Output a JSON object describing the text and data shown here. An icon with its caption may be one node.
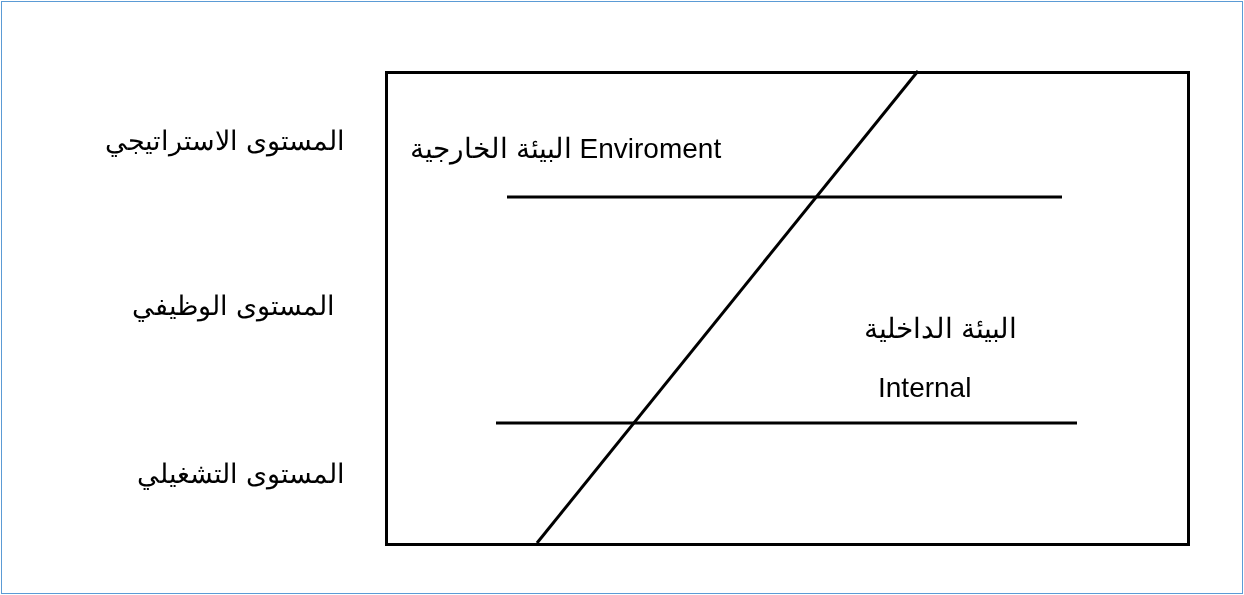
{
  "diagram": {
    "nodes": [
      {
        "text": [
          "البيئة الخارجية Enviroment",
          "البيئة الداخلية",
          "Internal"
        ]
      }
    ],
    "labels": [
      "المستوى الاستراتيجي",
      "المستوى الوظيفي",
      "المستوى التشغيلي"
    ]
  }
}
